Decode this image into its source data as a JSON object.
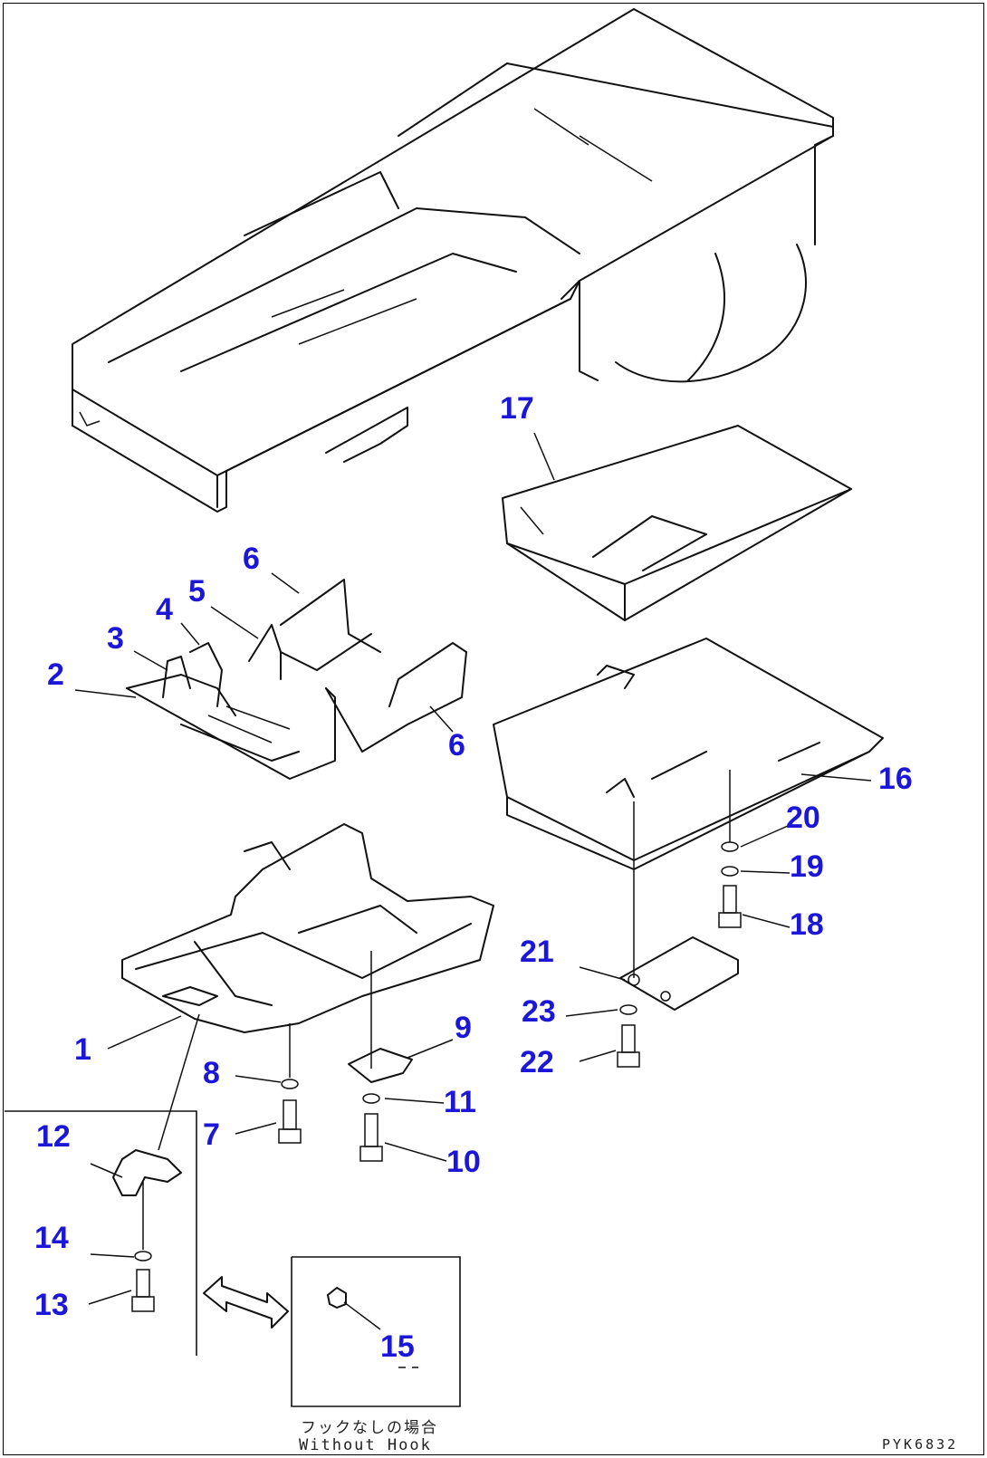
{
  "callouts": [
    "1",
    "2",
    "3",
    "4",
    "5",
    "6",
    "6",
    "7",
    "8",
    "9",
    "10",
    "11",
    "12",
    "13",
    "14",
    "15",
    "16",
    "17",
    "18",
    "19",
    "20",
    "21",
    "22",
    "23"
  ],
  "inset_caption_jp": "フックなしの場合",
  "inset_caption_en": "Without Hook",
  "drawing_code": "PYK6832",
  "colors": {
    "callout": "#1c17d8",
    "line": "#111111",
    "background": "#ffffff"
  }
}
